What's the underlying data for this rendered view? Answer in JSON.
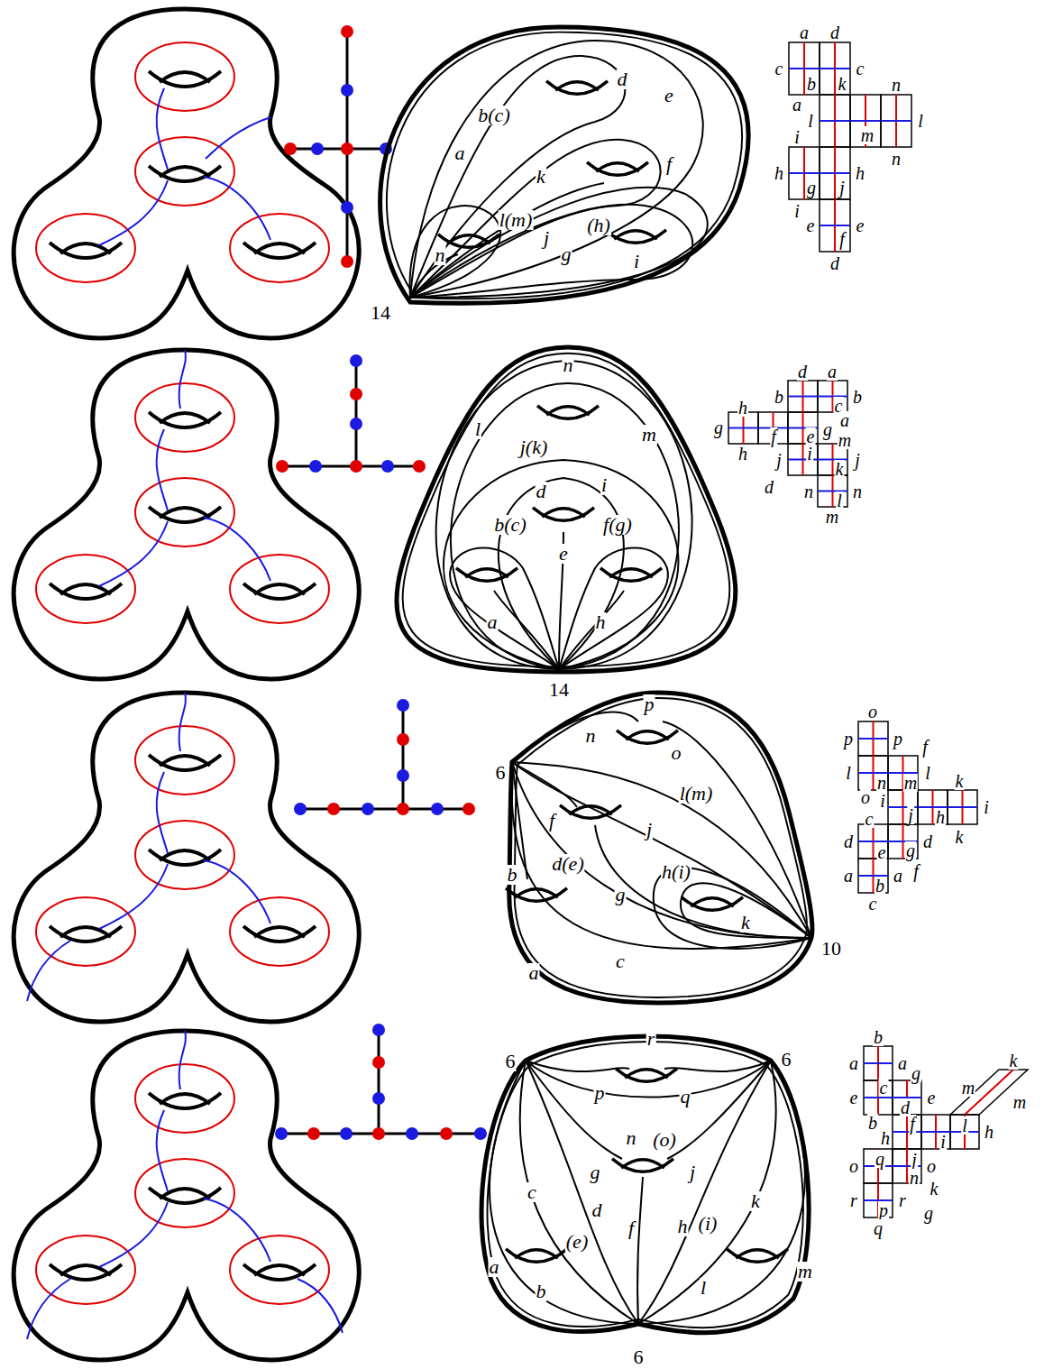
{
  "diagram": {
    "labels": [
      "b(c)",
      "d",
      "e",
      "a",
      "k",
      "f",
      "l(m)",
      "j",
      "(h)",
      "g",
      "n",
      "i",
      "14",
      "a",
      "d",
      "c",
      "b",
      "k",
      "c",
      "n",
      "a",
      "l",
      "m",
      "l",
      "i",
      "n",
      "h",
      "g",
      "j",
      "h",
      "i",
      "e",
      "f",
      "e",
      "d",
      "n",
      "l",
      "j(k)",
      "m",
      "d",
      "i",
      "b(c)",
      "f(g)",
      "e",
      "a",
      "h",
      "14",
      "d",
      "a",
      "b",
      "c",
      "b",
      "h",
      "e",
      "g",
      "a",
      "g",
      "f",
      "m",
      "h",
      "j",
      "i",
      "k",
      "j",
      "d",
      "n",
      "l",
      "n",
      "m",
      "p",
      "n",
      "o",
      "6",
      "l(m)",
      "f",
      "j",
      "b",
      "d(e)",
      "h(i)",
      "g",
      "k",
      "c",
      "a",
      "10",
      "o",
      "p",
      "p",
      "f",
      "l",
      "n",
      "m",
      "l",
      "k",
      "o",
      "i",
      "j",
      "h",
      "i",
      "c",
      "g",
      "d",
      "e",
      "d",
      "k",
      "a",
      "b",
      "a",
      "f",
      "c",
      "r",
      "6",
      "p",
      "q",
      "6",
      "n",
      "(o)",
      "g",
      "j",
      "c",
      "d",
      "k",
      "f",
      "h",
      "(i)",
      "a",
      "(e)",
      "b",
      "l",
      "m",
      "6",
      "b",
      "a",
      "a",
      "g",
      "e",
      "c",
      "e",
      "m",
      "k",
      "d",
      "m",
      "b",
      "h",
      "f",
      "l",
      "i",
      "h",
      "q",
      "j",
      "o",
      "n",
      "o",
      "k",
      "g",
      "r",
      "p",
      "r",
      "q"
    ]
  }
}
